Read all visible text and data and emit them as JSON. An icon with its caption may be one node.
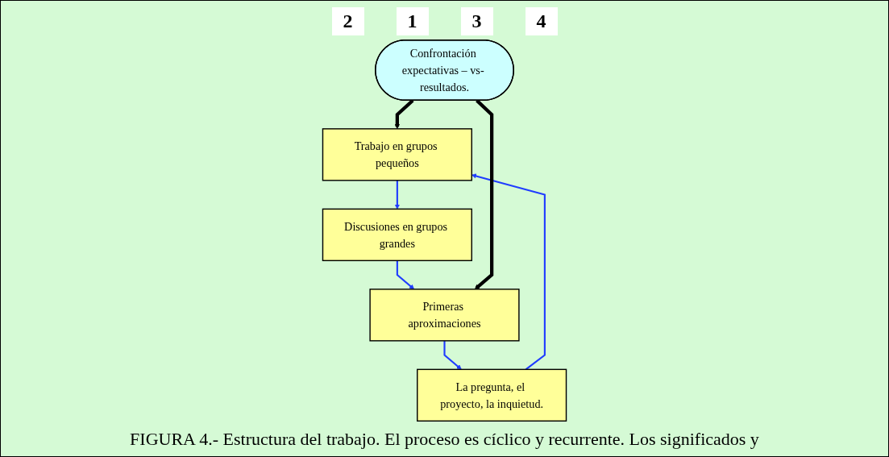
{
  "diagram": {
    "caption": "FIGURA 4.- Estructura del trabajo. El proceso es cíclico y recurrente. Los significados y",
    "nodes": [
      {
        "text": [
          "Trabajo en grupos pequeños"
        ]
      },
      {
        "text": [
          "La pregunta, el proyecto, la inquietud."
        ]
      },
      {
        "text": [
          "Confrontación expectativas – vs- resultados."
        ]
      },
      {
        "text": [
          "Discusiones en grupos grandes"
        ]
      },
      {
        "text": [
          "Primeras aproximaciones"
        ]
      }
    ],
    "edges": [
      {
        "from": 1,
        "to": 0,
        "arrow": "to"
      },
      {
        "from": 0,
        "to": 3,
        "arrow": "to"
      },
      {
        "from": 3,
        "to": 4,
        "arrow": "to"
      },
      {
        "from": 4,
        "to": 1,
        "arrow": "to"
      },
      {
        "from": 2,
        "to": 0,
        "arrow": "to",
        "style": "thick",
        "color": "#000000"
      },
      {
        "from": 2,
        "to": 4,
        "arrow": "to",
        "style": "thick",
        "color": "#000000"
      }
    ],
    "labels": [
      "2",
      "1",
      "3",
      "4"
    ]
  }
}
